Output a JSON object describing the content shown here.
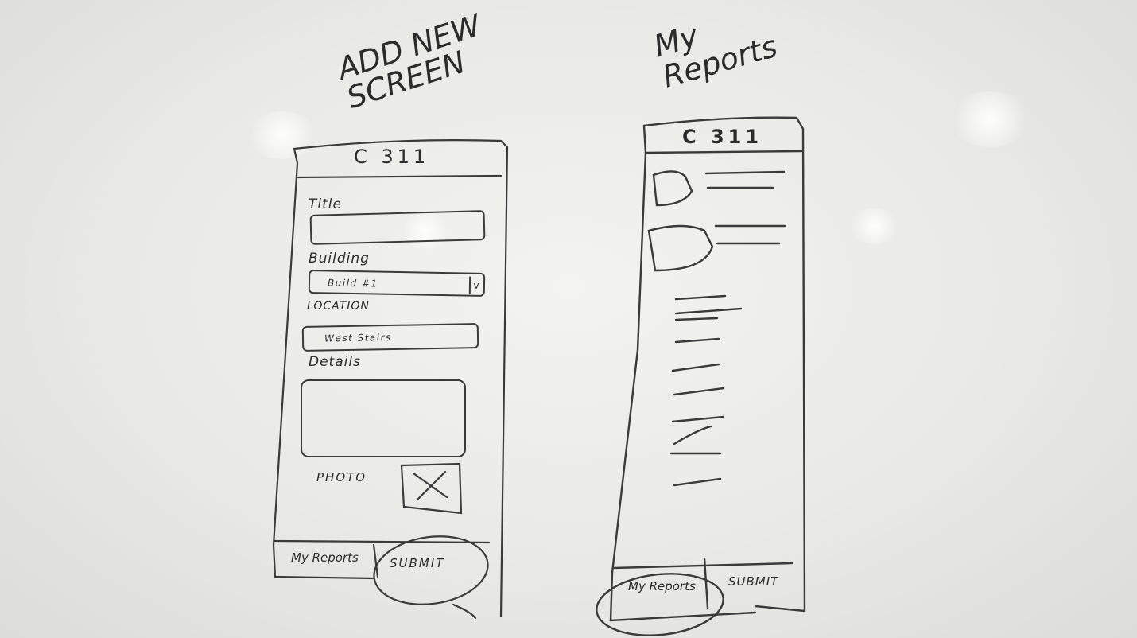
{
  "left_screen": {
    "caption": "ADD NEW SCREEN",
    "app_title": "C 311",
    "fields": {
      "title_label": "Title",
      "building_label": "Building",
      "building_value": "Build #1",
      "location_label": "LOCATION",
      "location_value": "West Stairs",
      "details_label": "Details",
      "photo_label": "PHOTO"
    },
    "tabs": {
      "my_reports": "My Reports",
      "submit": "SUBMIT"
    }
  },
  "right_screen": {
    "caption": "My Reports",
    "app_title": "C 311",
    "tabs": {
      "my_reports": "My Reports",
      "submit": "SUBMIT"
    }
  }
}
